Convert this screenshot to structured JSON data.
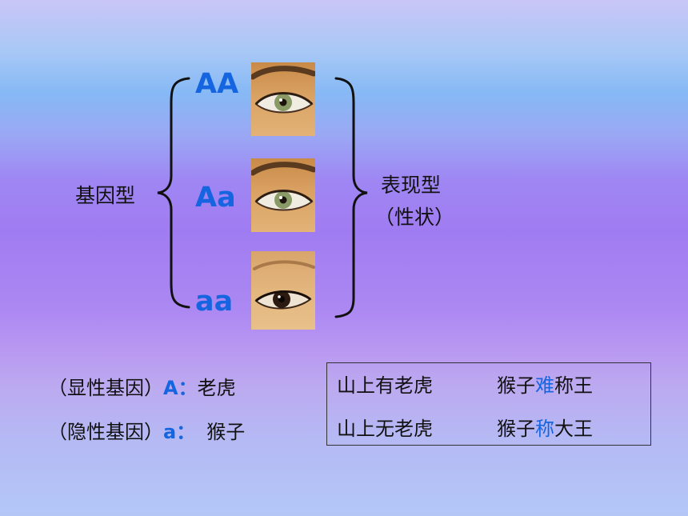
{
  "genotypes": [
    "AA",
    "Aa",
    "aa"
  ],
  "genotype_label": "基因型",
  "phenotype_label": "表现型",
  "phenotype_sub": "（性状）",
  "legend": {
    "dominant_prefix": "（显性基因）",
    "dominant_allele": "A",
    "dominant_colon": "：",
    "dominant_meaning": "老虎",
    "recessive_prefix": "（隐性基因）",
    "recessive_allele": "a",
    "recessive_colon": "：",
    "recessive_meaning": "猴子"
  },
  "saying": {
    "line1_left": "山上有老虎",
    "line1_right_a": "猴子",
    "line1_right_hl": "难",
    "line1_right_b": "称王",
    "line2_left": "山上无老虎",
    "line2_right_a": "猴子",
    "line2_right_hl": "称",
    "line2_right_b": "大王"
  },
  "colors": {
    "accent": "#1565e0",
    "skin": "#d9a060",
    "iris_light": "#8a9a66",
    "iris_dark": "#2a1a10"
  },
  "icons": [
    "left-brace-icon",
    "right-brace-icon",
    "eye-light-iris-icon",
    "eye-dark-iris-icon"
  ]
}
